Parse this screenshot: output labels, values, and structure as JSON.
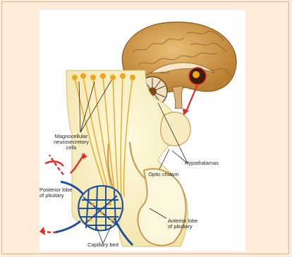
{
  "labels": {
    "magnocellular": "Magnocellular\nneurosecretory\ncells",
    "hypothalamus": "Hypothalamas",
    "optic_chiasm": "Optic chiasm",
    "posterior_lobe": "Posterior lobe\nof pituitary",
    "anterior_lobe": "Anterior lobe\nof pituitary",
    "capillary_bed": "Capillary bed"
  },
  "colors": {
    "page_bg": "#fdecd9",
    "border": "#d9b48f",
    "brain": "#d4a04c",
    "tissue": "#fbf3c6",
    "tissue_edge": "#c99a55",
    "neuron": "#f0a520",
    "capillary_blue": "#1f4fa0",
    "arrow_red": "#e22b2b"
  }
}
